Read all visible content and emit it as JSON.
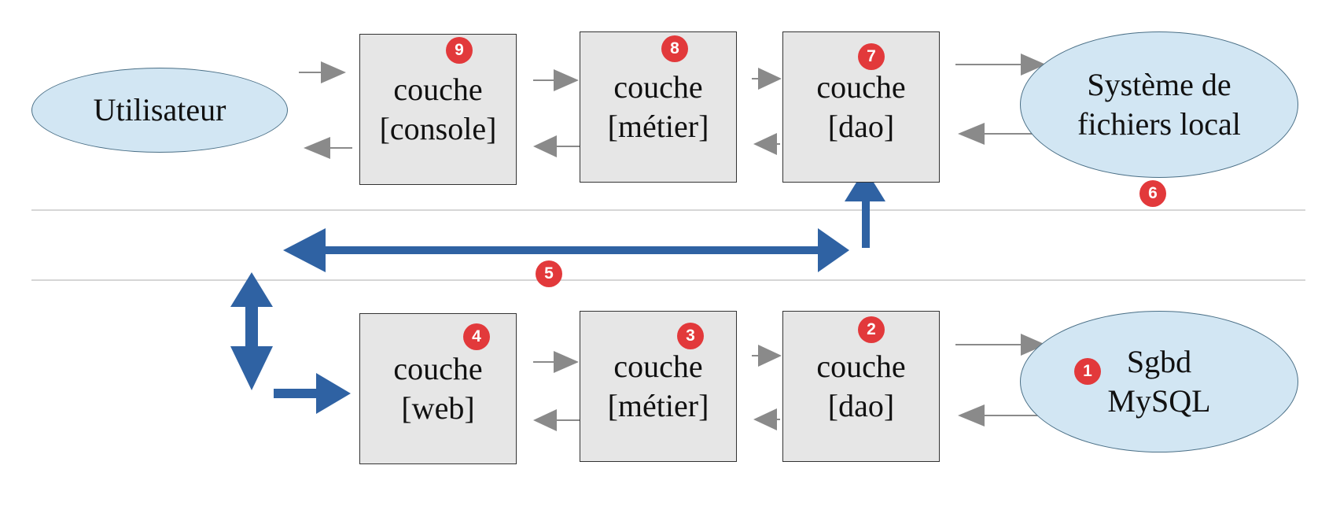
{
  "colors": {
    "box_fill": "#e6e6e6",
    "ellipse_fill": "#d2e6f3",
    "badge": "#e2393b",
    "blue_arrow": "#2f62a3",
    "gray_arrow": "#8a8a8a"
  },
  "top": {
    "user": "Utilisateur",
    "layers": [
      {
        "line1": "couche",
        "line2": "[console]",
        "badge": "9"
      },
      {
        "line1": "couche",
        "line2": "[métier]",
        "badge": "8"
      },
      {
        "line1": "couche",
        "line2": "[dao]",
        "badge": "7"
      }
    ],
    "storage": {
      "line1": "Système de",
      "line2": "fichiers local",
      "badge": "6"
    }
  },
  "middle": {
    "badge": "5"
  },
  "bottom": {
    "layers": [
      {
        "line1": "couche",
        "line2": "[web]",
        "badge": "4"
      },
      {
        "line1": "couche",
        "line2": "[métier]",
        "badge": "3"
      },
      {
        "line1": "couche",
        "line2": "[dao]",
        "badge": "2"
      }
    ],
    "storage": {
      "line1": "Sgbd",
      "line2": "MySQL",
      "badge": "1"
    }
  }
}
